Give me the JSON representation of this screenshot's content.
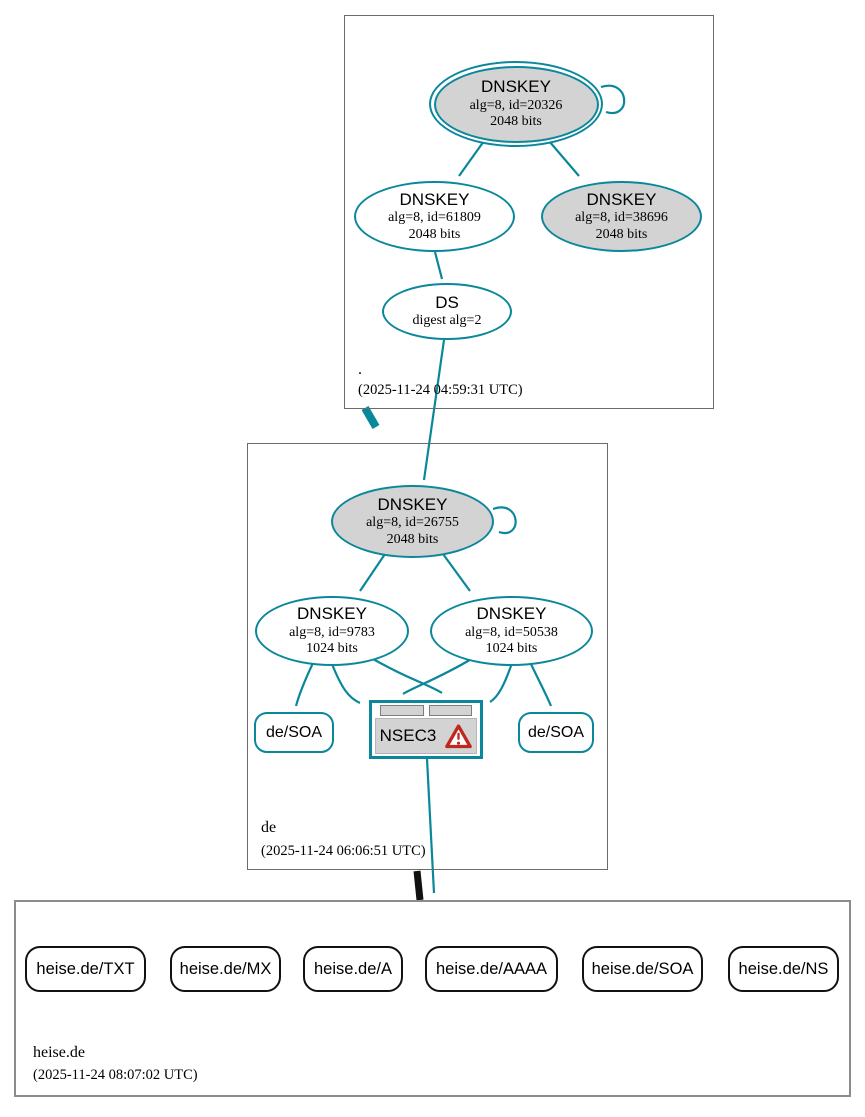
{
  "colors": {
    "edge_secure_teal": "#0a879a",
    "ksk_fill_gray": "#d3d3d3",
    "warning_red": "#c0281e",
    "delegation_black": "#111111"
  },
  "zones": {
    "root": {
      "label": ".",
      "timestamp": "(2025-11-24 04:59:31 UTC)",
      "nodes": {
        "ksk20326": {
          "title": "DNSKEY",
          "line1": "alg=8, id=20326",
          "line2": "2048 bits"
        },
        "zsk61809": {
          "title": "DNSKEY",
          "line1": "alg=8, id=61809",
          "line2": "2048 bits"
        },
        "ksk38696": {
          "title": "DNSKEY",
          "line1": "alg=8, id=38696",
          "line2": "2048 bits"
        },
        "ds": {
          "title": "DS",
          "line1": "digest alg=2"
        }
      }
    },
    "de": {
      "label": "de",
      "timestamp": "(2025-11-24 06:06:51 UTC)",
      "nodes": {
        "ksk26755": {
          "title": "DNSKEY",
          "line1": "alg=8, id=26755",
          "line2": "2048 bits"
        },
        "zsk9783": {
          "title": "DNSKEY",
          "line1": "alg=8, id=9783",
          "line2": "1024 bits"
        },
        "zsk50538": {
          "title": "DNSKEY",
          "line1": "alg=8, id=50538",
          "line2": "1024 bits"
        },
        "soa_left": {
          "label": "de/SOA"
        },
        "nsec3": {
          "label": "NSEC3"
        },
        "soa_right": {
          "label": "de/SOA"
        }
      }
    },
    "heise": {
      "label": "heise.de",
      "timestamp": "(2025-11-24 08:07:02 UTC)",
      "rrsets": [
        {
          "label": "heise.de/TXT"
        },
        {
          "label": "heise.de/MX"
        },
        {
          "label": "heise.de/A"
        },
        {
          "label": "heise.de/AAAA"
        },
        {
          "label": "heise.de/SOA"
        },
        {
          "label": "heise.de/NS"
        }
      ]
    }
  }
}
